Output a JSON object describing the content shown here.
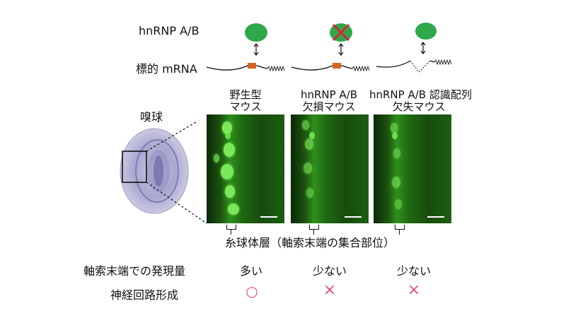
{
  "labels": {
    "protein": "hnRNP A/B",
    "target_mrna": "標的 mRNA",
    "olfactory_bulb": "嗅球",
    "glomerular_layer": "糸球体層（軸索末端の集合部位）",
    "expression_row": "軸索末端での発現量",
    "circuit_row": "神経回路形成"
  },
  "columns": [
    {
      "title_line1": "野生型",
      "title_line2": "マウス",
      "expression": "多い",
      "circuit": "○"
    },
    {
      "title_line1": "hnRNP A/B",
      "title_line2": "欠損マウス",
      "expression": "少ない",
      "circuit": "×"
    },
    {
      "title_line1": "hnRNP A/B 認識配列",
      "title_line2": "欠失マウス",
      "expression": "少ない",
      "circuit": "×"
    }
  ],
  "colors": {
    "protein": "#2ea84a",
    "binding_site": "#d4631f",
    "cross": "#d8253a",
    "mark": "#e0537a",
    "fluorescence": "#3fbf2a"
  }
}
